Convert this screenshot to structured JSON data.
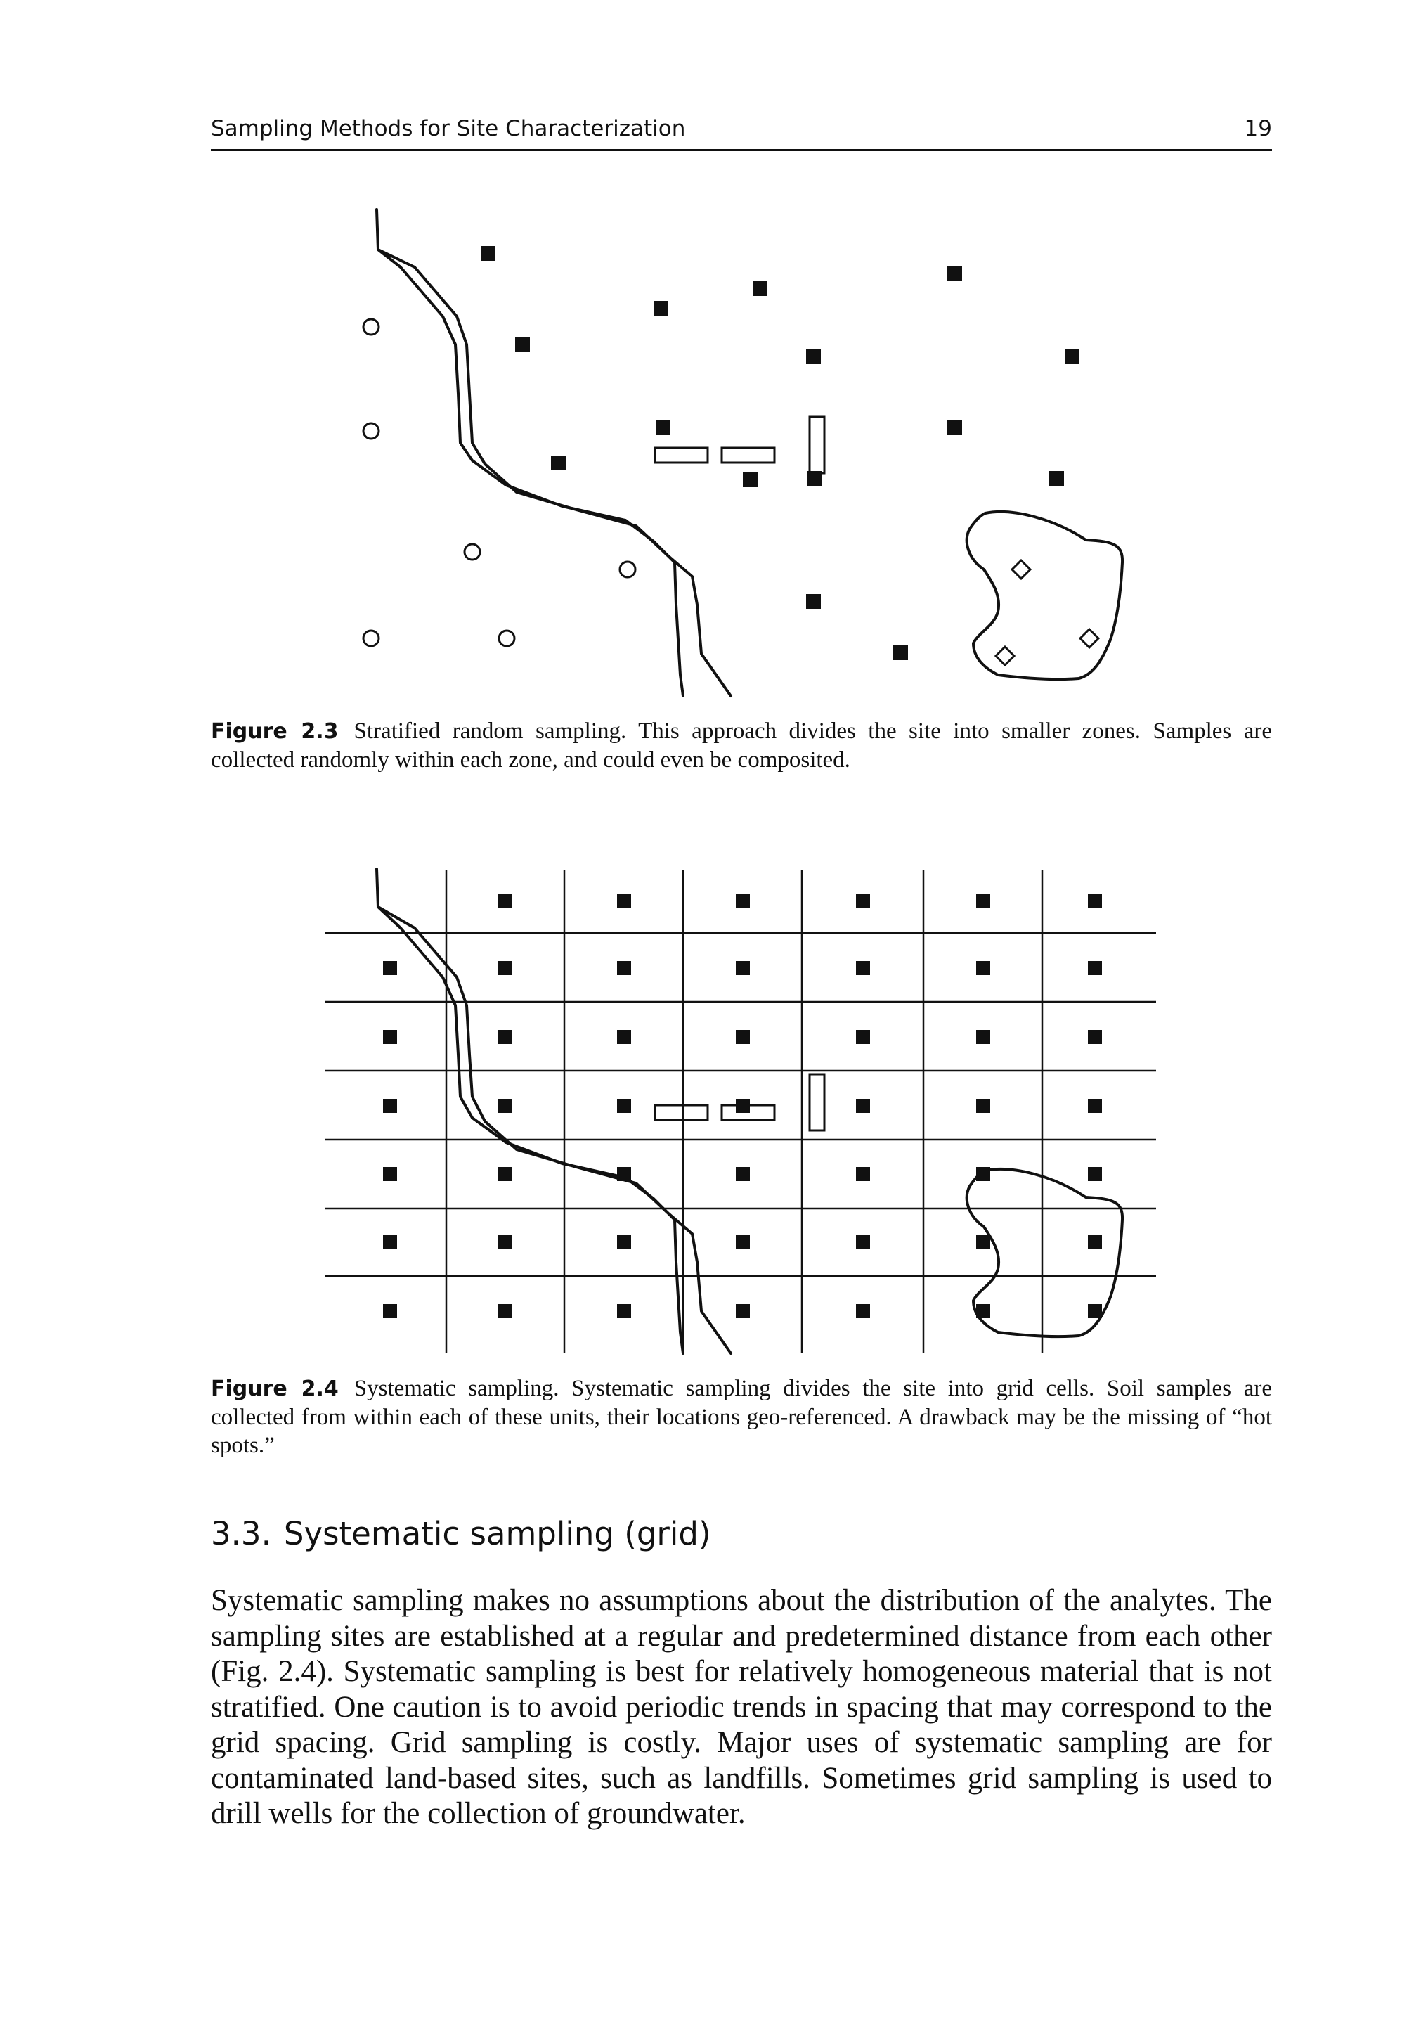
{
  "header": {
    "running_title": "Sampling Methods for Site Characterization",
    "page_number": "19"
  },
  "figure_2_3": {
    "label": "Figure 2.3",
    "caption": "Stratified random sampling. This approach divides the site into smaller zones. Samples are collected randomly within each zone, and could even be composited."
  },
  "figure_2_4": {
    "label": "Figure 2.4",
    "caption": "Systematic sampling. Systematic sampling divides the site into grid cells. Soil samples are collected from within each of these units, their locations geo-referenced. A drawback may be the missing of “hot spots.”"
  },
  "section": {
    "number": "3.3.",
    "title": "Systematic sampling (grid)",
    "body": "Systematic sampling makes no assumptions about the distribution of the analytes. The sampling sites are established at a regular and predetermined distance from each other (Fig. 2.4). Systematic sampling is best for relatively homogeneous material that is not stratified. One caution is to avoid periodic trends in spacing that may correspond to the grid spacing. Grid sampling is costly. Major uses of systematic sampling are for contaminated land-based sites, such as landfills. Sometimes grid sampling is used to drill wells for the collection of groundwater."
  }
}
